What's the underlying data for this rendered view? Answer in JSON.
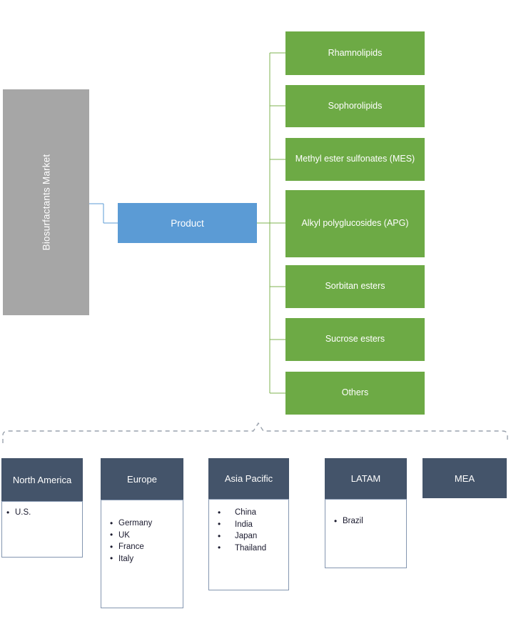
{
  "diagram": {
    "title": "Biosurfactants Market segmentation diagram",
    "colors": {
      "root_grey": "#a6a6a6",
      "product_blue": "#5b9bd5",
      "leaf_green": "#6daa45",
      "region_header_navy": "#44546a",
      "region_border": "#8496b0",
      "dashed_bracket": "#9aa2ad"
    }
  },
  "root": {
    "label": "Biosurfactants Market"
  },
  "segment": {
    "label": "Product"
  },
  "products": [
    {
      "label": "Rhamnolipids"
    },
    {
      "label": "Sophorolipids"
    },
    {
      "label": "Methyl ester sulfonates (MES)"
    },
    {
      "label": "Alkyl polyglucosides  (APG)"
    },
    {
      "label": "Sorbitan esters"
    },
    {
      "label": "Sucrose  esters"
    },
    {
      "label": "Others"
    }
  ],
  "regions": [
    {
      "name": "North America",
      "countries": [
        "U.S."
      ]
    },
    {
      "name": "Europe",
      "countries": [
        "Germany",
        "UK",
        "France",
        "Italy"
      ]
    },
    {
      "name": "Asia Pacific",
      "countries": [
        "China",
        "India",
        "Japan",
        "Thailand"
      ]
    },
    {
      "name": "LATAM",
      "countries": [
        "Brazil"
      ]
    },
    {
      "name": "MEA",
      "countries": []
    }
  ]
}
